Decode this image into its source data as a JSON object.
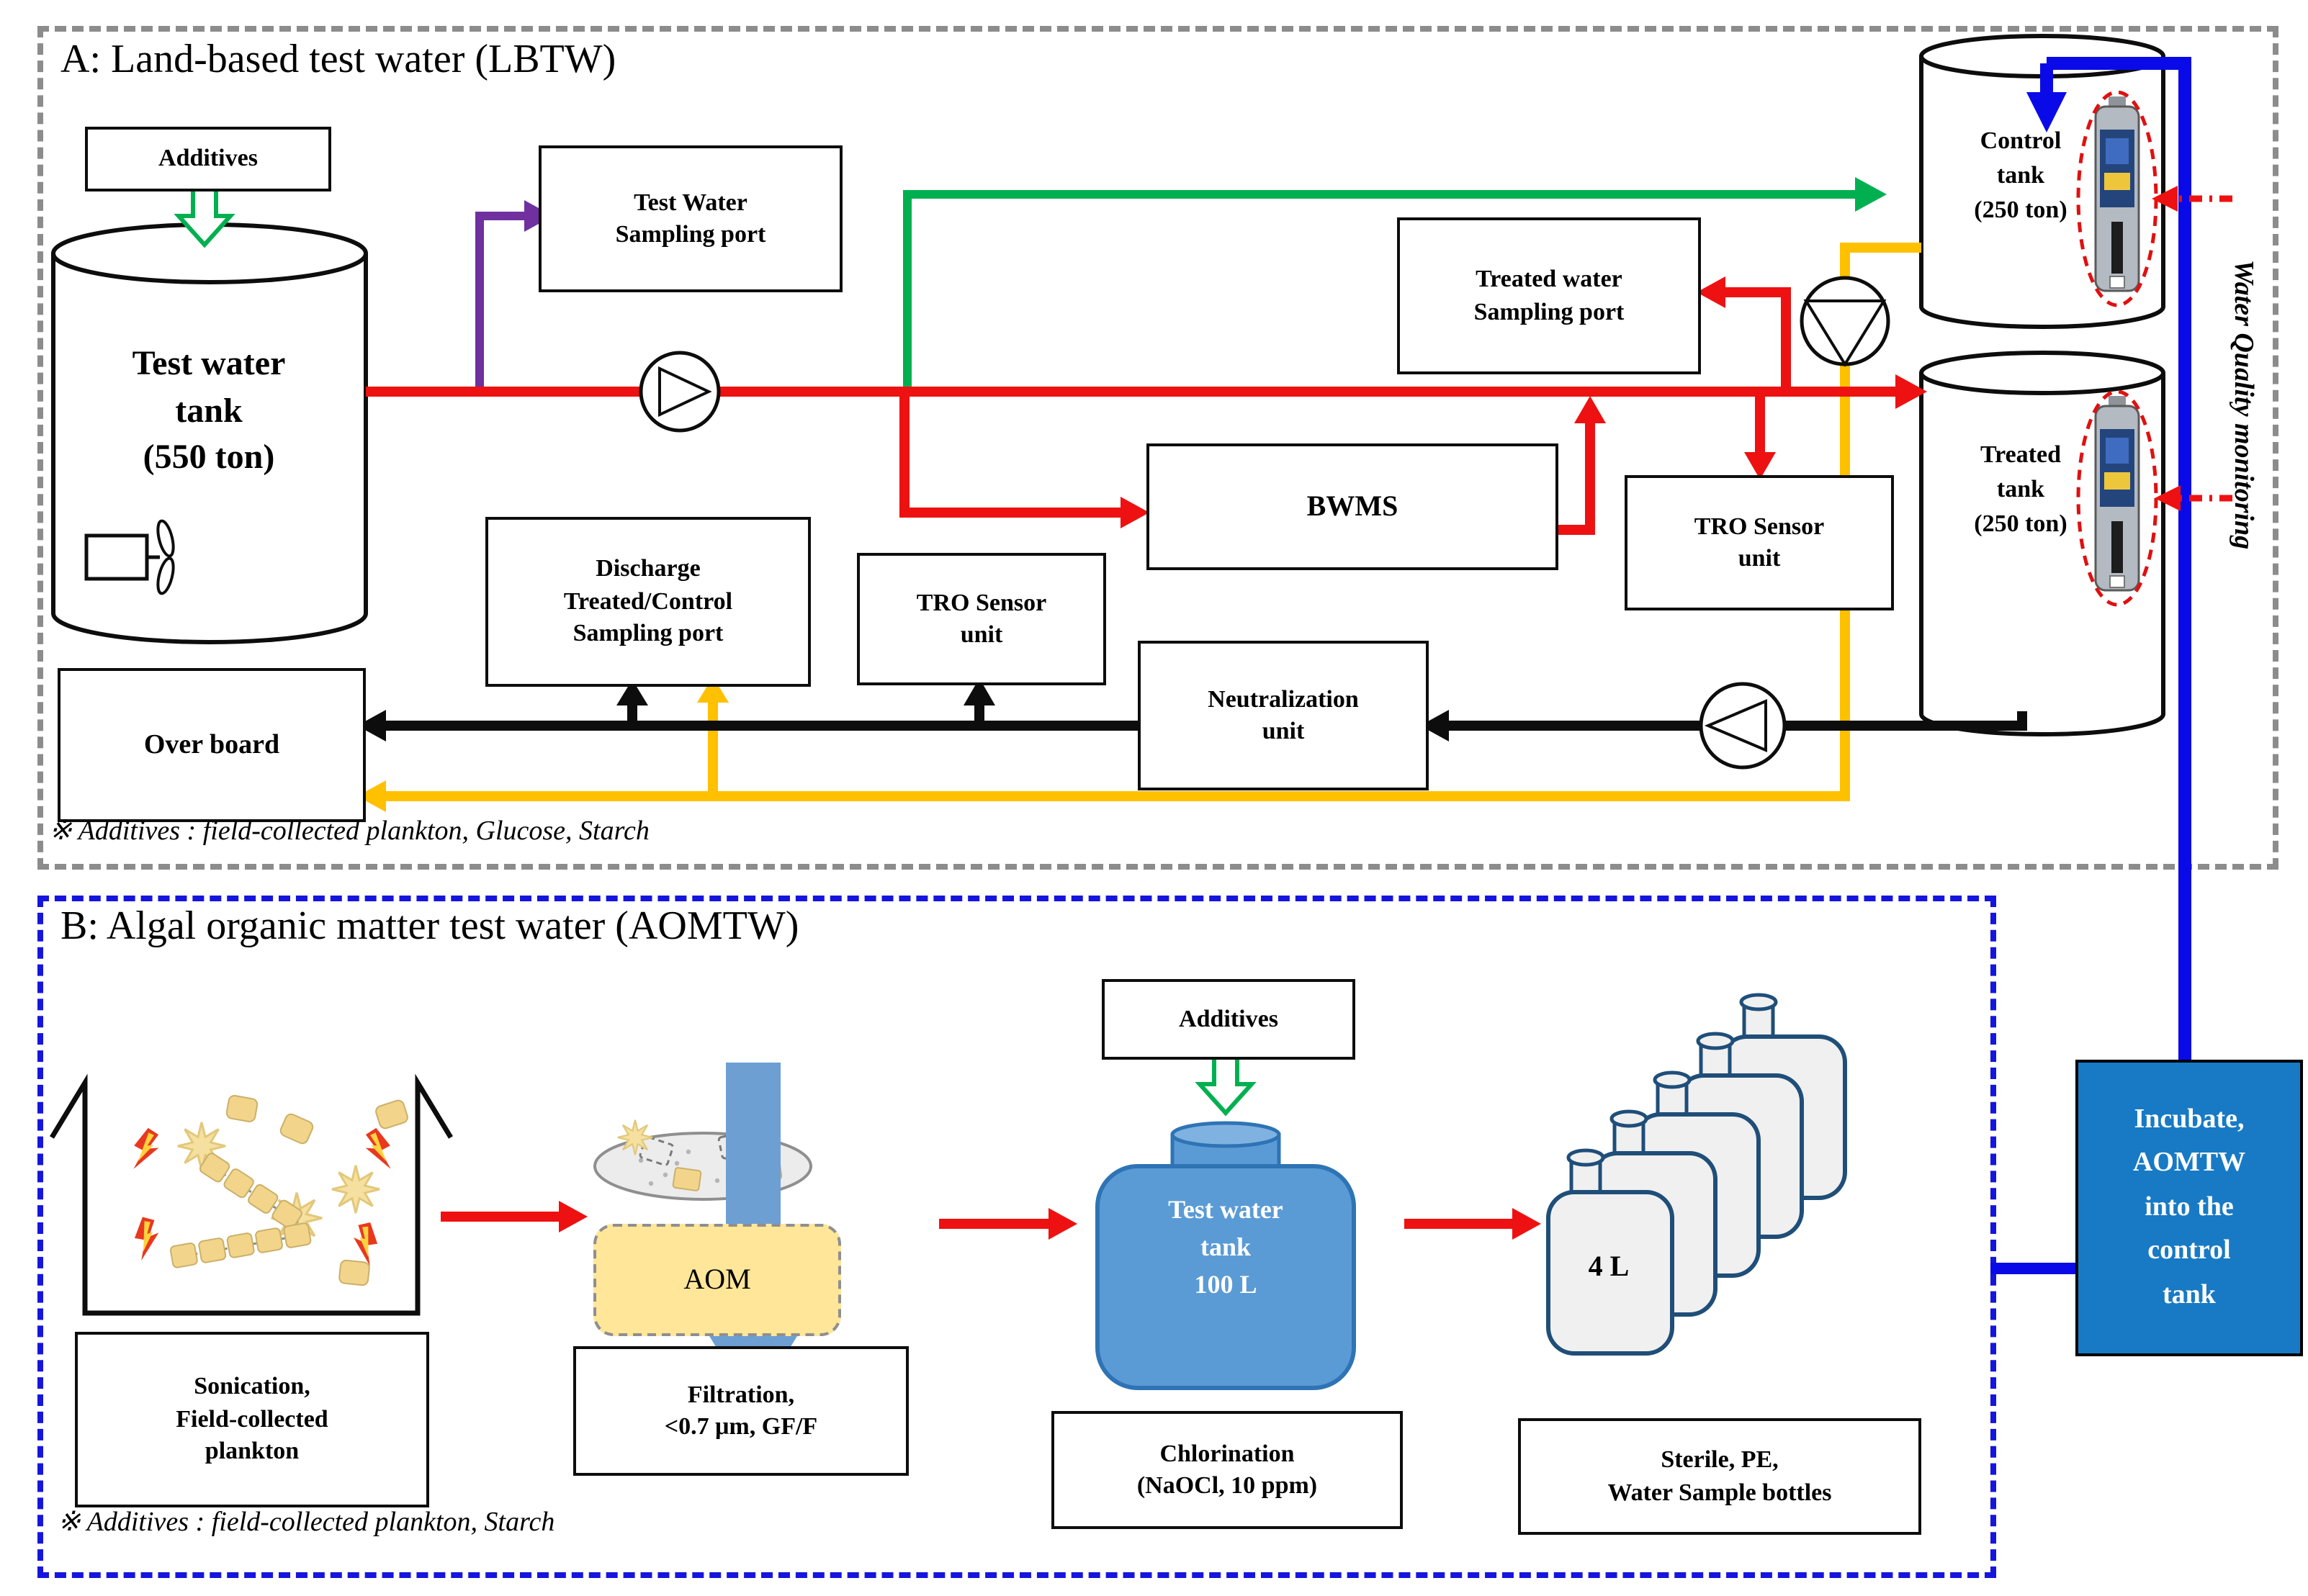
{
  "panel_a": {
    "title": "A: Land-based test water (LBTW)",
    "additives_label": "Additives",
    "test_water_tank_label": "Test water\ntank\n(550 ton)",
    "test_water_sampling_port": "Test Water\nSampling port",
    "treated_water_sampling_port": "Treated water\nSampling port",
    "bwms": "BWMS",
    "tro_sensor_left": "TRO Sensor\nunit",
    "tro_sensor_right": "TRO Sensor\nunit",
    "neutralization": "Neutralization\nunit",
    "discharge_sampling_port": "Discharge\nTreated/Control\nSampling port",
    "overboard": "Over board",
    "control_tank_label": "Control\ntank\n(250 ton)",
    "treated_tank_label": "Treated\ntank\n(250 ton)",
    "water_quality_monitoring": "Water Quality monitoring",
    "note": "※ Additives : field-collected plankton, Glucose, Starch"
  },
  "panel_b": {
    "title": "B: Algal organic matter test water (AOMTW)",
    "sonication_label": "Sonication,\nField-collected\nplankton",
    "aom_label": "AOM",
    "filtration_label": "Filtration,\n<0.7 μm, GF/F",
    "additives_label": "Additives",
    "test_water_tank_label": "Test water\ntank\n100 L",
    "chlorination_label": "Chlorination\n(NaOCl, 10 ppm)",
    "bottle_volume": "4 L",
    "bottles_label": "Sterile, PE,\nWater Sample bottles",
    "note": "※ Additives : field-collected plankton, Starch"
  },
  "incubate_box": {
    "label": "Incubate,\nAOMTW\ninto the\ncontrol\ntank"
  },
  "colors": {
    "red_flow": "#ee1111",
    "green_flow": "#00b050",
    "purple_flow": "#7030a0",
    "yellow_flow": "#ffc000",
    "blue_flow": "#0a0ae8",
    "black_flow": "#0d0d0d",
    "panel_a_border": "#8c8c8c",
    "panel_b_border": "#1515dd",
    "incubate_fill": "#187ac4",
    "tank_b_fill": "#5b9bd5",
    "tank_b_outline": "#2e74b5",
    "aom_fill": "#ffe699",
    "bottle_fill": "#f0f0f0",
    "bottle_outline": "#1f4e79",
    "plankton_fill": "#f2d58a",
    "bolt_fill": "#e8391f"
  }
}
